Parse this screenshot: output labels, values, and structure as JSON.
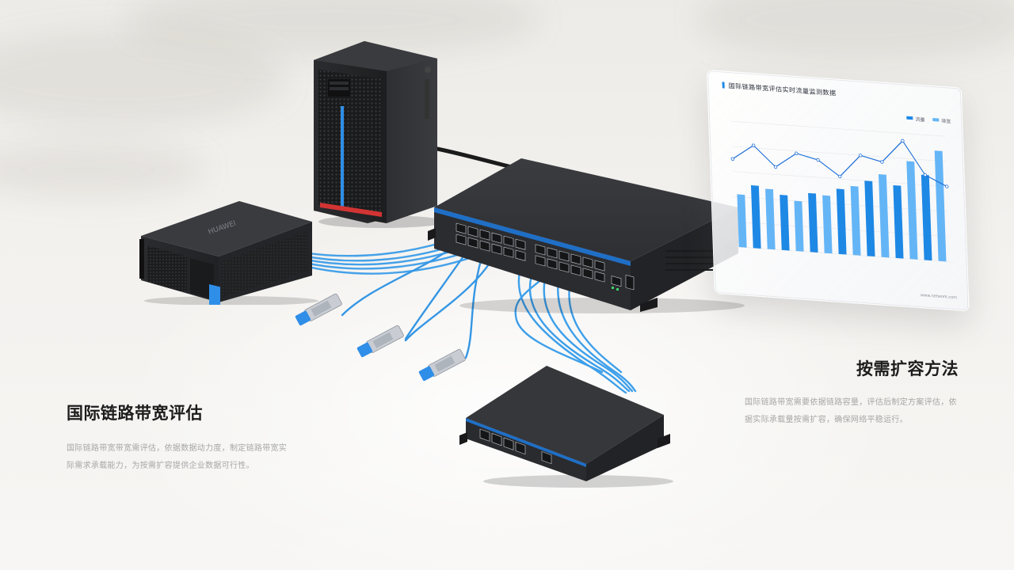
{
  "left_block": {
    "title": "国际链路带宽评估",
    "body": "国际链路带宽带宽需评估，依据数据动力度，制定链路带宽实际需求承载能力，为按需扩容提供企业数据可行性。"
  },
  "right_block": {
    "title": "按需扩容方法",
    "body": "国际链路带宽需要依据链路容量，评估后制定方案评估，依据实际承载量按需扩容，确保网络平稳运行。"
  },
  "devices": {
    "chassis_brand": "HUAWEI"
  },
  "glass_panel": {
    "title": "国际链路带宽评估实时流量监测数据",
    "legend": [
      "流量",
      "带宽"
    ],
    "footer": "www.network.com",
    "colors": {
      "bar": "#1e88e5",
      "bar_light": "#64b5f6",
      "line": "#1e6fd9"
    }
  },
  "chart_data": {
    "type": "bar",
    "bars": [
      0.42,
      0.5,
      0.48,
      0.44,
      0.4,
      0.47,
      0.46,
      0.52,
      0.55,
      0.6,
      0.66,
      0.58,
      0.78,
      0.68,
      0.88
    ],
    "line": [
      0.7,
      0.82,
      0.66,
      0.78,
      0.74,
      0.62,
      0.8,
      0.76,
      0.94,
      0.68,
      0.6
    ]
  }
}
